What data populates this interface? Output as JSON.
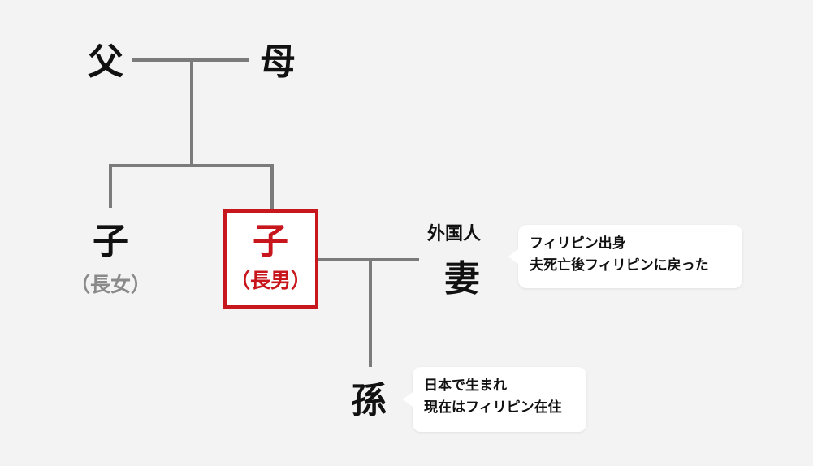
{
  "nodes": {
    "father": "父",
    "mother": "母",
    "daughter": "子",
    "daughter_role": "（長女）",
    "son": "子",
    "son_role": "（長男）",
    "wife_label": "外国人",
    "wife": "妻",
    "grandchild": "孫"
  },
  "notes": {
    "wife": [
      "フィリピン出身",
      "夫死亡後フィリピンに戻った"
    ],
    "grandchild": [
      "日本で生まれ",
      "現在はフィリピン在住"
    ]
  },
  "colors": {
    "line": "#7b7b7b",
    "highlight": "#c8161d",
    "background": "#f2f3f2"
  }
}
